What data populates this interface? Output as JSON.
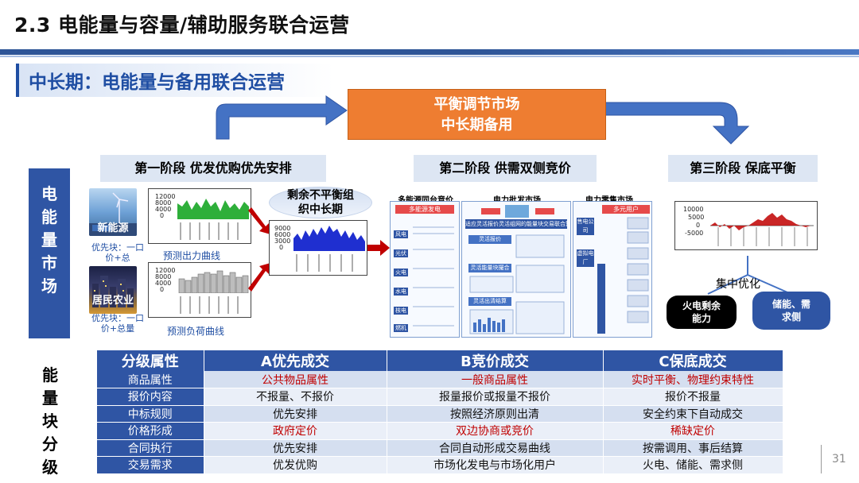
{
  "header": {
    "title": "2.3 电能量与容量/辅助服务联合运营"
  },
  "subheader": {
    "title": "中长期：电能量与备用联合运营"
  },
  "top_box": {
    "line1": "平衡调节市场",
    "line2": "中长期备用"
  },
  "stages": {
    "s1": "第一阶段 优发优购优先安排",
    "s2": "第二阶段 供需双侧竞价",
    "s3": "第三阶段 保底平衡"
  },
  "side_labels": {
    "top": "电能量市场",
    "bottom": "能量块分级"
  },
  "gen": {
    "photo_label": "新能源",
    "priority": "优先块：一口价+总",
    "curve_caption": "预测出力曲线",
    "y_ticks": [
      "12000",
      "8000",
      "4000",
      "0"
    ]
  },
  "load": {
    "photo_label": "居民农业",
    "priority": "优先块：一口价+总量",
    "curve_caption": "预测负荷曲线",
    "y_ticks": [
      "12000",
      "8000",
      "4000",
      "0"
    ]
  },
  "middle_chart": {
    "y_ticks": [
      "9000",
      "6000",
      "3000",
      "0"
    ]
  },
  "oval": {
    "line1": "剩余不平衡组",
    "line2": "织中长期"
  },
  "market_heads": {
    "a": "多能源同台竞价",
    "b": "电力批发市场",
    "c": "电力零售市场"
  },
  "panel_labels": {
    "a_title": "多能源发电",
    "b_title": "适应灵活报价灵活组网的能量块交易联合算法",
    "b_sub1": "灵活报价",
    "b_sub2": "灵活能量块撮合",
    "b_sub3": "灵活出清结算",
    "c_title": "多元用户",
    "c_side": "售电公司",
    "c_mid": "虚拟电厂",
    "sources": [
      "风电",
      "光伏",
      "火电",
      "水电",
      "核电",
      "燃机"
    ]
  },
  "right_chart": {
    "y_ticks": [
      "10000",
      "5000",
      "0",
      "-5000"
    ]
  },
  "opt_label": "集中优化",
  "pill_thermal": {
    "line1": "火电剩余",
    "line2": "能力"
  },
  "pill_storage": {
    "line1": "储能、需",
    "line2": "求侧"
  },
  "table": {
    "headers": [
      "分级属性",
      "A优先成交",
      "B竞价成交",
      "C保底成交"
    ],
    "rows": [
      {
        "label": "商品属性",
        "a": "公共物品属性",
        "b": "一般商品属性",
        "c": "实时平衡、物理约束特性"
      },
      {
        "label": "报价内容",
        "a": "不报量、不报价",
        "b": "报量报价或报量不报价",
        "c": "报价不报量"
      },
      {
        "label": "中标规则",
        "a": "优先安排",
        "b": "按照经济原则出清",
        "c": "安全约束下自动成交"
      },
      {
        "label": "价格形成",
        "a": "政府定价",
        "b": "双边协商或竞价",
        "c": "稀缺定价"
      },
      {
        "label": "合同执行",
        "a": "优先安排",
        "b": "合同自动形成交易曲线",
        "c": "按需调用、事后结算"
      },
      {
        "label": "交易需求",
        "a": "优发优购",
        "b": "市场化发电与市场化用户",
        "c": "火电、储能、需求侧"
      }
    ]
  },
  "page": {
    "number": "31"
  },
  "colors": {
    "accent_blue": "#2f55a4",
    "orange": "#ee7d31",
    "red_arrow": "#c00000",
    "red_text": "#c00000",
    "gen_green": "#2eaf3a",
    "mid_blue": "#1f2fd0"
  }
}
